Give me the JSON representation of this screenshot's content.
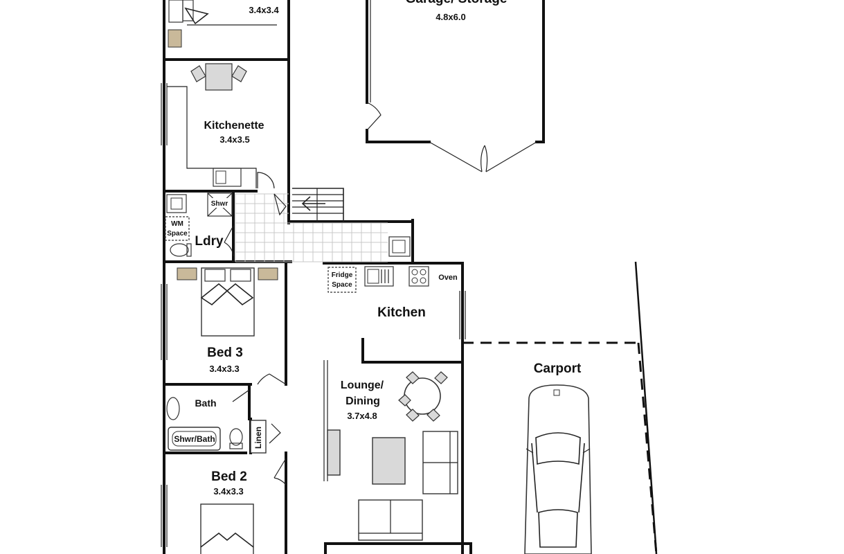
{
  "rooms": {
    "bed4": {
      "dim": "3.4x3.4"
    },
    "garage": {
      "name": "Garage/ Storage",
      "dim": "4.8x6.0"
    },
    "kitchenette": {
      "name": "Kitchenette",
      "dim": "3.4x3.5"
    },
    "laundry": {
      "name": "Ldry",
      "shower": "Shwr",
      "wm_line1": "WM",
      "wm_line2": "Space"
    },
    "bed3": {
      "name": "Bed 3",
      "dim": "3.4x3.3"
    },
    "kitchen": {
      "name": "Kitchen",
      "fridge_line1": "Fridge",
      "fridge_line2": "Space",
      "oven": "Oven"
    },
    "lounge": {
      "name_line1": "Lounge/",
      "name_line2": "Dining",
      "dim": "3.7x4.8"
    },
    "carport": {
      "name": "Carport"
    },
    "bath": {
      "name": "Bath",
      "tub": "Shwr/Bath",
      "linen": "Linen"
    },
    "bed2": {
      "name": "Bed 2",
      "dim": "3.4x3.3"
    }
  },
  "colors": {
    "wall": "#111111",
    "furniture": "#d9d9d9",
    "tile": "#c8c8c8",
    "bedside": "#c9b99a"
  }
}
